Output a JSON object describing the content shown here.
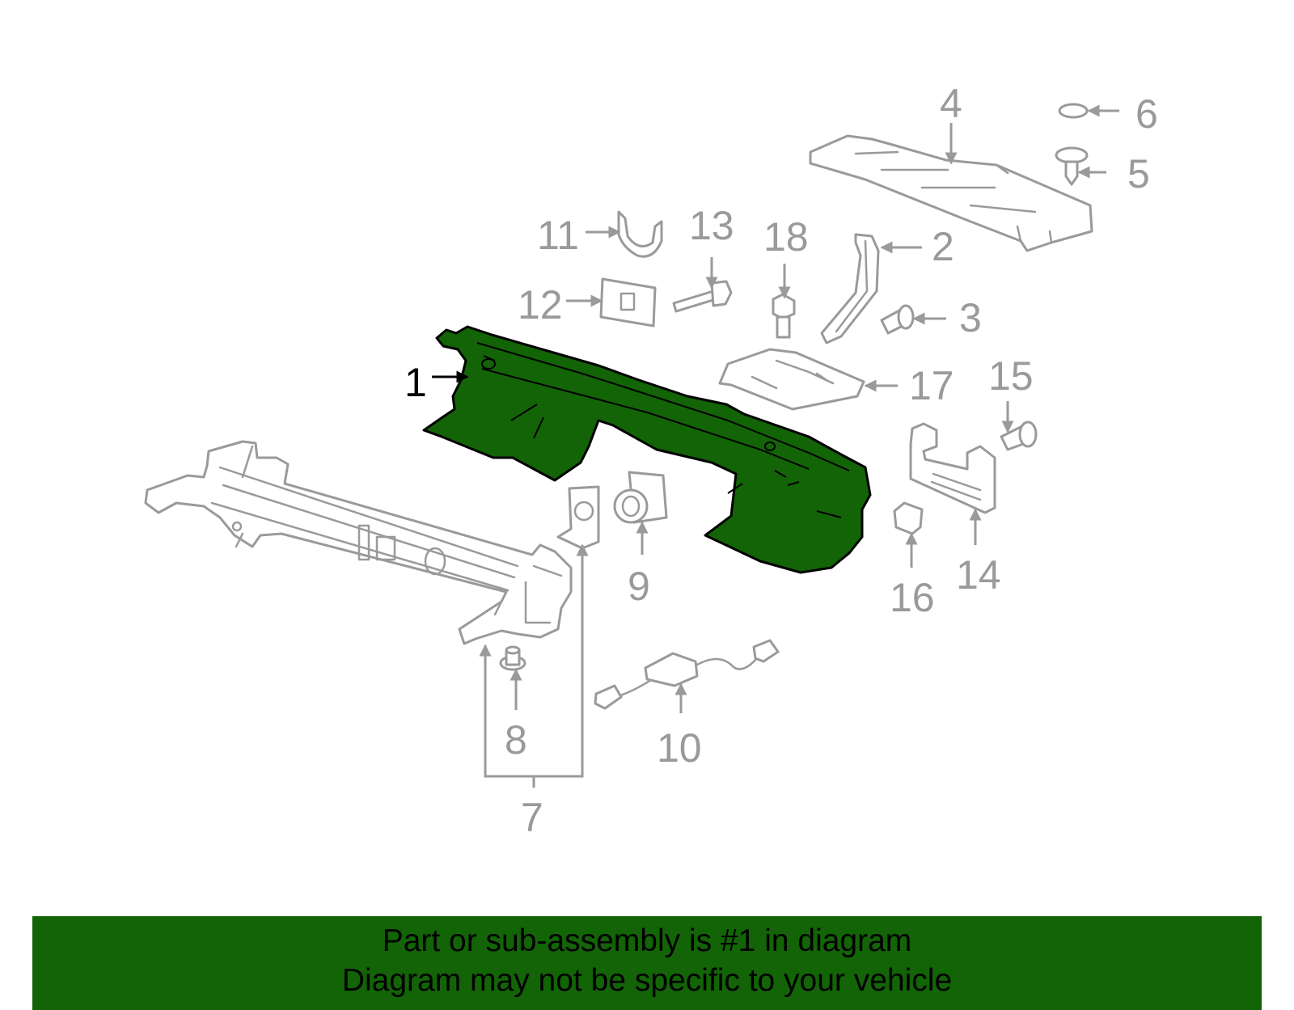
{
  "colors": {
    "highlight": "#136307",
    "outline": "#9a9a9a",
    "highlight_outline": "#000000",
    "banner_background": "#136307",
    "banner_text": "#000000"
  },
  "callouts": [
    {
      "id": "1",
      "label": "1",
      "part": "highlighted-main-part"
    },
    {
      "id": "2",
      "label": "2"
    },
    {
      "id": "3",
      "label": "3"
    },
    {
      "id": "4",
      "label": "4"
    },
    {
      "id": "5",
      "label": "5"
    },
    {
      "id": "6",
      "label": "6"
    },
    {
      "id": "7",
      "label": "7"
    },
    {
      "id": "8",
      "label": "8"
    },
    {
      "id": "9",
      "label": "9"
    },
    {
      "id": "10",
      "label": "10"
    },
    {
      "id": "11",
      "label": "11"
    },
    {
      "id": "12",
      "label": "12"
    },
    {
      "id": "13",
      "label": "13"
    },
    {
      "id": "14",
      "label": "14"
    },
    {
      "id": "15",
      "label": "15"
    },
    {
      "id": "16",
      "label": "16"
    },
    {
      "id": "17",
      "label": "17"
    },
    {
      "id": "18",
      "label": "18"
    }
  ],
  "banner": {
    "line1": "Part or sub-assembly is #1 in diagram",
    "line2": "Diagram may not be specific to your vehicle"
  }
}
